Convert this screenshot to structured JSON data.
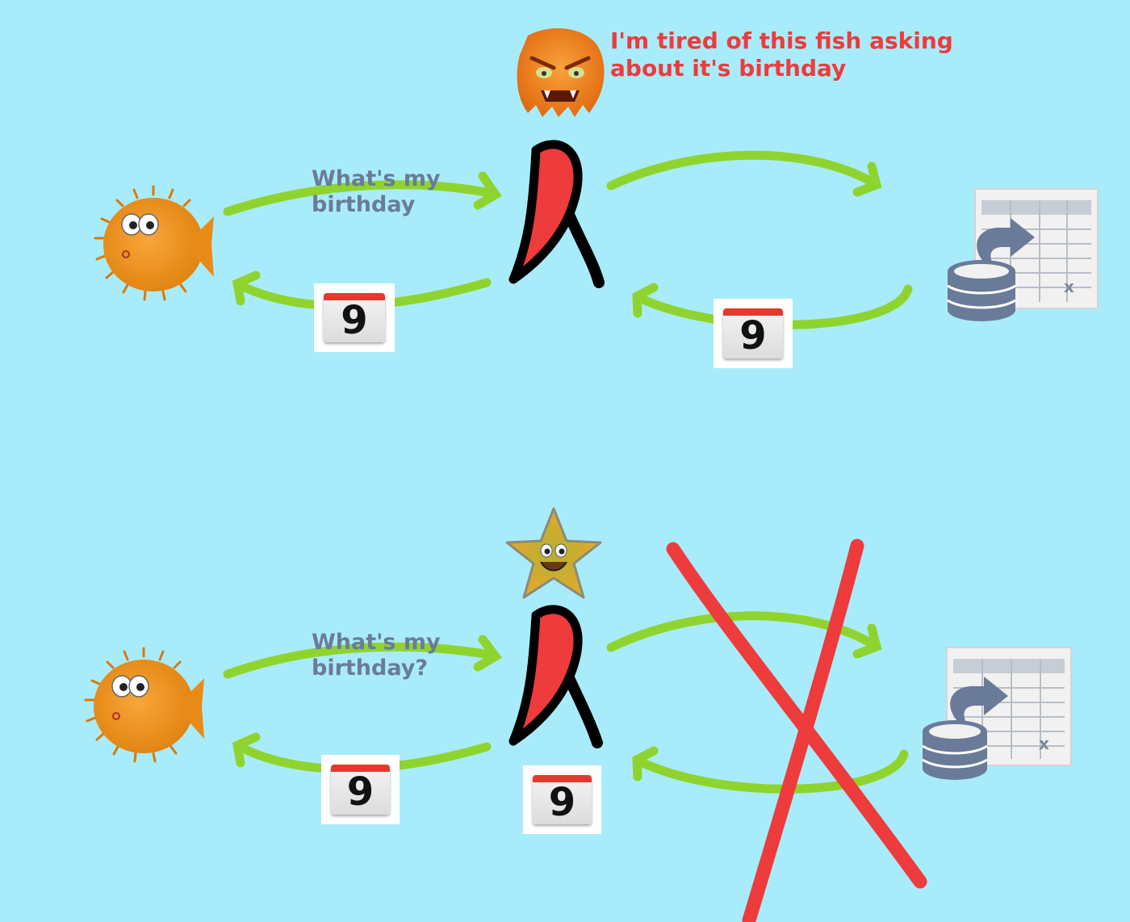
{
  "top_panel": {
    "fish_question": [
      "What's my",
      "birthday"
    ],
    "monster_speech": [
      "I'm tired of this fish asking",
      "about it's birthday"
    ],
    "calendar_to_fish": "9",
    "calendar_from_db": "9"
  },
  "bottom_panel": {
    "fish_question": [
      "What's my",
      "birthday?"
    ],
    "calendar_to_fish": "9",
    "calendar_cached": "9"
  },
  "colors": {
    "background": "#a8ecfb",
    "arrow": "#8fd42e",
    "question_text": "#6a7b99",
    "speech_text": "#ee3b3b",
    "cross": "#ee3b3b",
    "lambda_fill": "#ee3b3b"
  },
  "icons": {
    "requester": "pufferfish-icon",
    "angry_cache": "angry-monster-icon",
    "happy_cache": "smiling-star-icon",
    "function": "lambda-icon",
    "database": "database-spreadsheet-icon",
    "date": "calendar-icon"
  }
}
